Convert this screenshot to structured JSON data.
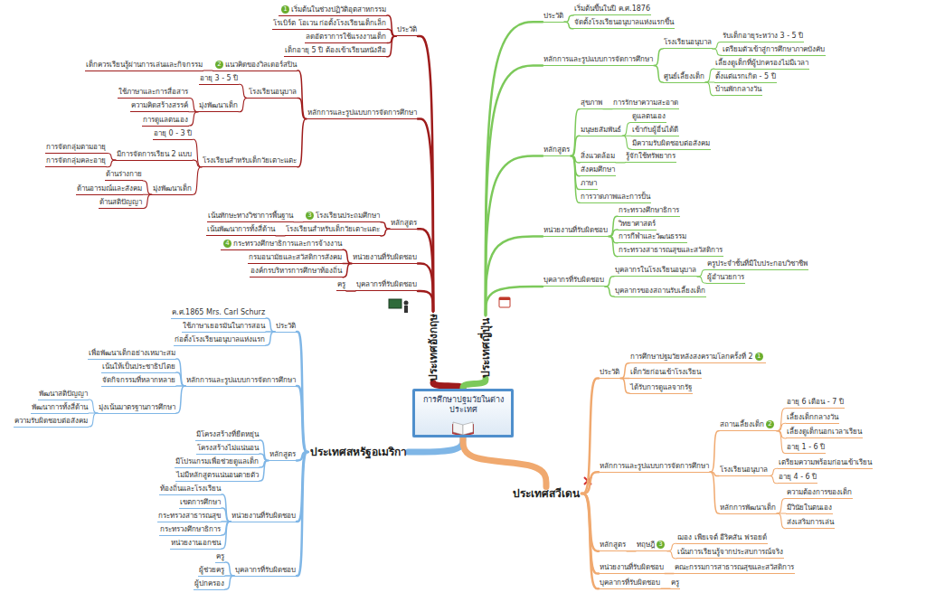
{
  "diagram": {
    "nodes": [
      {
        "text": [
          "การศึกษาปฐมวัยในต่างประเทศ"
        ]
      },
      {
        "text": [
          "ประเทศอังกฤษ"
        ]
      },
      {
        "text": [
          "ประวัติ"
        ]
      },
      {
        "text": [
          "1",
          "เริ่มต้นในช่วงปฏิวัติอุตสาหกรรม"
        ]
      },
      {
        "text": [
          "โรเบิร์ต โอเวน ก่อตั้งโรงเรียนเด็กเล็ก"
        ]
      },
      {
        "text": [
          "ลดอัตราการใช้แรงงานเด็ก"
        ]
      },
      {
        "text": [
          "เด็กอายุ 5 ปี ต้องเข้าเรียนหนังสือ"
        ]
      },
      {
        "text": [
          "หลักการและรูปแบบการจัดการศึกษา"
        ]
      },
      {
        "text": [
          "2",
          "แนวคิดของวิลเดอร์สปิน"
        ]
      },
      {
        "text": [
          "เด็กควรเรียนรู้ผ่านการเล่นและกิจกรรม"
        ]
      },
      {
        "text": [
          "โรงเรียนอนุบาล"
        ]
      },
      {
        "text": [
          "อายุ 3 - 5 ปี"
        ]
      },
      {
        "text": [
          "มุ่งพัฒนาเด็ก"
        ]
      },
      {
        "text": [
          "ใช้ภาษาและการสื่อสาร"
        ]
      },
      {
        "text": [
          "ความคิดสร้างสรรค์"
        ]
      },
      {
        "text": [
          "การดูแลตนเอง"
        ]
      },
      {
        "text": [
          "โรงเรียนสำหรับเด็กวัยเตาะแตะ"
        ]
      },
      {
        "text": [
          "อายุ 0 - 3 ปี"
        ]
      },
      {
        "text": [
          "มีการจัดการเรียน 2 แบบ"
        ]
      },
      {
        "text": [
          "การจัดกลุ่มตามอายุ"
        ]
      },
      {
        "text": [
          "การจัดกลุ่มคละอายุ"
        ]
      },
      {
        "text": [
          "มุ่งพัฒนาเด็ก"
        ]
      },
      {
        "text": [
          "ด้านร่างกาย"
        ]
      },
      {
        "text": [
          "ด้านอารมณ์และสังคม"
        ]
      },
      {
        "text": [
          "ด้านสติปัญญา"
        ]
      },
      {
        "text": [
          "หลักสูตร"
        ]
      },
      {
        "text": [
          "3",
          "โรงเรียนประถมศึกษา"
        ]
      },
      {
        "text": [
          "เน้นทักษะทางวิชาการพื้นฐาน"
        ]
      },
      {
        "text": [
          "โรงเรียนสำหรับเด็กวัยเตาะแตะ"
        ]
      },
      {
        "text": [
          "เน้นพัฒนาการทั้งสี่ด้าน"
        ]
      },
      {
        "text": [
          "หน่วยงานที่รับผิดชอบ"
        ]
      },
      {
        "text": [
          "4",
          "กระทรวงศึกษาธิการและการจ้างงาน"
        ]
      },
      {
        "text": [
          "กรมอนามัยและสวัสดิการสังคม"
        ]
      },
      {
        "text": [
          "องค์กรบริหารการศึกษาท้องถิ่น"
        ]
      },
      {
        "text": [
          "บุคลากรที่รับผิดชอบ"
        ]
      },
      {
        "text": [
          "ครู"
        ]
      },
      {
        "text": [
          "ประเทศญี่ปุ่น"
        ]
      },
      {
        "text": [
          "ประวัติ"
        ]
      },
      {
        "text": [
          "เริ่มต้นขึ้นในปี ค.ศ.1876"
        ]
      },
      {
        "text": [
          "จัดตั้งโรงเรียนอนุบาลแห่งแรกขึ้น"
        ]
      },
      {
        "text": [
          "หลักการและรูปแบบการจัดการศึกษา"
        ]
      },
      {
        "text": [
          "โรงเรียนอนุบาล"
        ]
      },
      {
        "text": [
          "รับเด็กอายุระหว่าง 3 - 5 ปี"
        ]
      },
      {
        "text": [
          "เตรียมตัวเข้าสู่การศึกษาภาคบังคับ"
        ]
      },
      {
        "text": [
          "ศูนย์เลี้ยงเด็ก"
        ]
      },
      {
        "text": [
          "เลี้ยงดูเด็กที่ผู้ปกครองไม่มีเวลา"
        ]
      },
      {
        "text": [
          "ตั้งแต่แรกเกิด - 5 ปี"
        ]
      },
      {
        "text": [
          "บ้านพักกลางวัน"
        ]
      },
      {
        "text": [
          "หลักสูตร"
        ]
      },
      {
        "text": [
          "สุขภาพ"
        ]
      },
      {
        "text": [
          "การรักษาความสะอาด"
        ]
      },
      {
        "text": [
          "มนุษยสัมพันธ์"
        ]
      },
      {
        "text": [
          "ดูแลตนเอง"
        ]
      },
      {
        "text": [
          "เข้ากับผู้อื่นได้ดี"
        ]
      },
      {
        "text": [
          "มีความรับผิดชอบต่อสังคม"
        ]
      },
      {
        "text": [
          "สิ่งแวดล้อม"
        ]
      },
      {
        "text": [
          "รู้จักใช้ทรัพยากร"
        ]
      },
      {
        "text": [
          "สังคมศึกษา"
        ]
      },
      {
        "text": [
          "ภาษา"
        ]
      },
      {
        "text": [
          "การวาดภาพและการปั้น"
        ]
      },
      {
        "text": [
          "หน่วยงานที่รับผิดชอบ"
        ]
      },
      {
        "text": [
          "กระทรวงศึกษาธิการ"
        ]
      },
      {
        "text": [
          "วิทยาศาสตร์"
        ]
      },
      {
        "text": [
          "การกีฬาและวัฒนธรรม"
        ]
      },
      {
        "text": [
          "กระทรวงสาธารณสุขและสวัสดิการ"
        ]
      },
      {
        "text": [
          "บุคลากรที่รับผิดชอบ"
        ]
      },
      {
        "text": [
          "บุคลากรในโรงเรียนอนุบาล"
        ]
      },
      {
        "text": [
          "ครูประจำชั้นที่มีใบประกอบวิชาชีพ"
        ]
      },
      {
        "text": [
          "ผู้อำนวยการ"
        ]
      },
      {
        "text": [
          "บุคลากรของสถานรับเลี้ยงเด็ก"
        ]
      },
      {
        "text": [
          "ประเทศสหรัฐอเมริกา"
        ]
      },
      {
        "text": [
          "ประวัติ"
        ]
      },
      {
        "text": [
          "ค.ศ.1865 Mrs. Carl Schurz"
        ]
      },
      {
        "text": [
          "ใช้ภาษาเยอรมันในการสอน"
        ]
      },
      {
        "text": [
          "ก่อตั้งโรงเรียนอนุบาลแห่งแรก"
        ]
      },
      {
        "text": [
          "หลักการและรูปแบบการจัดการศึกษา"
        ]
      },
      {
        "text": [
          "เพื่อพัฒนาเด็กอย่างเหมาะสม"
        ]
      },
      {
        "text": [
          "เน้นให้เป็นประชาธิปไตย"
        ]
      },
      {
        "text": [
          "จัดกิจกรรมที่หลากหลาย"
        ]
      },
      {
        "text": [
          "มุ่งเน้นมาตรฐานการศึกษา"
        ]
      },
      {
        "text": [
          "พัฒนาสติปัญญา"
        ]
      },
      {
        "text": [
          "พัฒนาการทั้งสี่ด้าน"
        ]
      },
      {
        "text": [
          "ความรับผิดชอบต่อสังคม"
        ]
      },
      {
        "text": [
          "หลักสูตร"
        ]
      },
      {
        "text": [
          "มีโครงสร้างที่ยืดหยุ่น"
        ]
      },
      {
        "text": [
          "โครงสร้างไม่แน่นอน"
        ]
      },
      {
        "text": [
          "มีโปรแกรมเพื่อช่วยดูแลเด็ก"
        ]
      },
      {
        "text": [
          "ไม่มีหลักสูตรแน่นอนตายตัว"
        ]
      },
      {
        "text": [
          "หน่วยงานที่รับผิดชอบ"
        ]
      },
      {
        "text": [
          "ท้องถิ่นและโรงเรียน"
        ]
      },
      {
        "text": [
          "เขตการศึกษา"
        ]
      },
      {
        "text": [
          "กระทรวงสาธารณสุข"
        ]
      },
      {
        "text": [
          "กระทรวงศึกษาธิการ"
        ]
      },
      {
        "text": [
          "หน่วยงานเอกชน"
        ]
      },
      {
        "text": [
          "บุคลากรที่รับผิดชอบ"
        ]
      },
      {
        "text": [
          "ครู"
        ]
      },
      {
        "text": [
          "ผู้ช่วยครู"
        ]
      },
      {
        "text": [
          "ผู้ปกครอง"
        ]
      },
      {
        "text": [
          "ประเทศสวีเดน"
        ]
      },
      {
        "text": [
          "ประวัติ"
        ]
      },
      {
        "text": [
          "การศึกษาปฐมวัยหลังสงครามโลกครั้งที่ 2",
          "1"
        ]
      },
      {
        "text": [
          "เด็กวัยก่อนเข้าโรงเรียน"
        ]
      },
      {
        "text": [
          "ได้รับการดูแลจากรัฐ"
        ]
      },
      {
        "text": [
          "หลักการและรูปแบบการจัดการศึกษา"
        ]
      },
      {
        "text": [
          "สถานเลี้ยงเด็ก",
          "2"
        ]
      },
      {
        "text": [
          "อายุ 6 เดือน - 7 ปี"
        ]
      },
      {
        "text": [
          "เลี้ยงเด็กกลางวัน"
        ]
      },
      {
        "text": [
          "เลี้ยงดูเด็กนอกเวลาเรียน"
        ]
      },
      {
        "text": [
          "อายุ 1 - 6 ปี"
        ]
      },
      {
        "text": [
          "โรงเรียนอนุบาล"
        ]
      },
      {
        "text": [
          "เตรียมความพร้อมก่อนเข้าเรียน"
        ]
      },
      {
        "text": [
          "อายุ 4 - 6 ปี"
        ]
      },
      {
        "text": [
          "หลักการพัฒนาเด็ก"
        ]
      },
      {
        "text": [
          "ความต้องการของเด็ก"
        ]
      },
      {
        "text": [
          "มีวินัยในตนเอง"
        ]
      },
      {
        "text": [
          "ส่งเสริมการเล่น"
        ]
      },
      {
        "text": [
          "หลักสูตร"
        ]
      },
      {
        "text": [
          "ทฤษฎี",
          "3"
        ]
      },
      {
        "text": [
          "ฌอง เพียเจต์ อีริคสัน ฟรอยด์"
        ]
      },
      {
        "text": [
          "เน้นการเรียนรู้จากประสบการณ์จริง"
        ]
      },
      {
        "text": [
          "หน่วยงานที่รับผิดชอบ"
        ]
      },
      {
        "text": [
          "คณะกรรมการสาธารณสุขและสวัสดิการ"
        ]
      },
      {
        "text": [
          "บุคลากรที่รับผิดชอบ"
        ]
      },
      {
        "text": [
          "ครู"
        ]
      }
    ],
    "edges": [
      {
        "from": 0,
        "to": 1,
        "arrow": "none"
      },
      {
        "from": 1,
        "to": 2,
        "arrow": "none"
      },
      {
        "from": 1,
        "to": 7,
        "arrow": "none"
      },
      {
        "from": 1,
        "to": 25,
        "arrow": "none"
      },
      {
        "from": 1,
        "to": 30,
        "arrow": "none"
      },
      {
        "from": 1,
        "to": 34,
        "arrow": "none"
      },
      {
        "from": 2,
        "to": 3,
        "arrow": "none"
      },
      {
        "from": 2,
        "to": 4,
        "arrow": "none"
      },
      {
        "from": 2,
        "to": 5,
        "arrow": "none"
      },
      {
        "from": 2,
        "to": 6,
        "arrow": "none"
      },
      {
        "from": 7,
        "to": 8,
        "arrow": "none"
      },
      {
        "from": 7,
        "to": 10,
        "arrow": "none"
      },
      {
        "from": 7,
        "to": 16,
        "arrow": "none"
      },
      {
        "from": 8,
        "to": 9,
        "arrow": "none"
      },
      {
        "from": 10,
        "to": 11,
        "arrow": "none"
      },
      {
        "from": 10,
        "to": 12,
        "arrow": "none"
      },
      {
        "from": 12,
        "to": 13,
        "arrow": "none"
      },
      {
        "from": 12,
        "to": 14,
        "arrow": "none"
      },
      {
        "from": 12,
        "to": 15,
        "arrow": "none"
      },
      {
        "from": 16,
        "to": 17,
        "arrow": "none"
      },
      {
        "from": 16,
        "to": 18,
        "arrow": "none"
      },
      {
        "from": 16,
        "to": 21,
        "arrow": "none"
      },
      {
        "from": 18,
        "to": 19,
        "arrow": "none"
      },
      {
        "from": 18,
        "to": 20,
        "arrow": "none"
      },
      {
        "from": 21,
        "to": 22,
        "arrow": "none"
      },
      {
        "from": 21,
        "to": 23,
        "arrow": "none"
      },
      {
        "from": 21,
        "to": 24,
        "arrow": "none"
      },
      {
        "from": 25,
        "to": 26,
        "arrow": "none"
      },
      {
        "from": 25,
        "to": 28,
        "arrow": "none"
      },
      {
        "from": 26,
        "to": 27,
        "arrow": "none"
      },
      {
        "from": 28,
        "to": 29,
        "arrow": "none"
      },
      {
        "from": 30,
        "to": 31,
        "arrow": "none"
      },
      {
        "from": 30,
        "to": 32,
        "arrow": "none"
      },
      {
        "from": 30,
        "to": 33,
        "arrow": "none"
      },
      {
        "from": 34,
        "to": 35,
        "arrow": "none"
      },
      {
        "from": 0,
        "to": 36,
        "arrow": "none"
      },
      {
        "from": 36,
        "to": 37,
        "arrow": "none"
      },
      {
        "from": 36,
        "to": 40,
        "arrow": "none"
      },
      {
        "from": 36,
        "to": 48,
        "arrow": "none"
      },
      {
        "from": 36,
        "to": 60,
        "arrow": "none"
      },
      {
        "from": 36,
        "to": 65,
        "arrow": "none"
      },
      {
        "from": 37,
        "to": 38,
        "arrow": "none"
      },
      {
        "from": 37,
        "to": 39,
        "arrow": "none"
      },
      {
        "from": 40,
        "to": 41,
        "arrow": "none"
      },
      {
        "from": 40,
        "to": 44,
        "arrow": "none"
      },
      {
        "from": 41,
        "to": 42,
        "arrow": "none"
      },
      {
        "from": 41,
        "to": 43,
        "arrow": "none"
      },
      {
        "from": 44,
        "to": 45,
        "arrow": "none"
      },
      {
        "from": 44,
        "to": 46,
        "arrow": "none"
      },
      {
        "from": 44,
        "to": 47,
        "arrow": "none"
      },
      {
        "from": 48,
        "to": 49,
        "arrow": "none"
      },
      {
        "from": 48,
        "to": 51,
        "arrow": "none"
      },
      {
        "from": 48,
        "to": 55,
        "arrow": "none"
      },
      {
        "from": 48,
        "to": 57,
        "arrow": "none"
      },
      {
        "from": 48,
        "to": 58,
        "arrow": "none"
      },
      {
        "from": 48,
        "to": 59,
        "arrow": "none"
      },
      {
        "from": 49,
        "to": 50,
        "arrow": "none"
      },
      {
        "from": 51,
        "to": 52,
        "arrow": "none"
      },
      {
        "from": 51,
        "to": 53,
        "arrow": "none"
      },
      {
        "from": 51,
        "to": 54,
        "arrow": "none"
      },
      {
        "from": 55,
        "to": 56,
        "arrow": "none"
      },
      {
        "from": 60,
        "to": 61,
        "arrow": "none"
      },
      {
        "from": 60,
        "to": 62,
        "arrow": "none"
      },
      {
        "from": 60,
        "to": 63,
        "arrow": "none"
      },
      {
        "from": 60,
        "to": 64,
        "arrow": "none"
      },
      {
        "from": 65,
        "to": 66,
        "arrow": "none"
      },
      {
        "from": 65,
        "to": 69,
        "arrow": "none"
      },
      {
        "from": 66,
        "to": 67,
        "arrow": "none"
      },
      {
        "from": 66,
        "to": 68,
        "arrow": "none"
      },
      {
        "from": 0,
        "to": 70,
        "arrow": "none"
      },
      {
        "from": 70,
        "to": 71,
        "arrow": "none"
      },
      {
        "from": 70,
        "to": 75,
        "arrow": "none"
      },
      {
        "from": 70,
        "to": 83,
        "arrow": "none"
      },
      {
        "from": 70,
        "to": 88,
        "arrow": "none"
      },
      {
        "from": 70,
        "to": 94,
        "arrow": "none"
      },
      {
        "from": 71,
        "to": 72,
        "arrow": "none"
      },
      {
        "from": 71,
        "to": 73,
        "arrow": "none"
      },
      {
        "from": 71,
        "to": 74,
        "arrow": "none"
      },
      {
        "from": 75,
        "to": 76,
        "arrow": "none"
      },
      {
        "from": 75,
        "to": 77,
        "arrow": "none"
      },
      {
        "from": 75,
        "to": 78,
        "arrow": "none"
      },
      {
        "from": 75,
        "to": 79,
        "arrow": "none"
      },
      {
        "from": 79,
        "to": 80,
        "arrow": "none"
      },
      {
        "from": 79,
        "to": 81,
        "arrow": "none"
      },
      {
        "from": 79,
        "to": 82,
        "arrow": "none"
      },
      {
        "from": 83,
        "to": 84,
        "arrow": "none"
      },
      {
        "from": 83,
        "to": 85,
        "arrow": "none"
      },
      {
        "from": 83,
        "to": 86,
        "arrow": "none"
      },
      {
        "from": 83,
        "to": 87,
        "arrow": "none"
      },
      {
        "from": 88,
        "to": 89,
        "arrow": "none"
      },
      {
        "from": 88,
        "to": 90,
        "arrow": "none"
      },
      {
        "from": 88,
        "to": 91,
        "arrow": "none"
      },
      {
        "from": 88,
        "to": 92,
        "arrow": "none"
      },
      {
        "from": 88,
        "to": 93,
        "arrow": "none"
      },
      {
        "from": 94,
        "to": 95,
        "arrow": "none"
      },
      {
        "from": 94,
        "to": 96,
        "arrow": "none"
      },
      {
        "from": 94,
        "to": 97,
        "arrow": "none"
      },
      {
        "from": 0,
        "to": 98,
        "arrow": "none"
      },
      {
        "from": 98,
        "to": 99,
        "arrow": "none"
      },
      {
        "from": 98,
        "to": 103,
        "arrow": "none"
      },
      {
        "from": 98,
        "to": 116,
        "arrow": "none"
      },
      {
        "from": 98,
        "to": 120,
        "arrow": "none"
      },
      {
        "from": 98,
        "to": 122,
        "arrow": "none"
      },
      {
        "from": 99,
        "to": 100,
        "arrow": "none"
      },
      {
        "from": 99,
        "to": 101,
        "arrow": "none"
      },
      {
        "from": 99,
        "to": 102,
        "arrow": "none"
      },
      {
        "from": 103,
        "to": 104,
        "arrow": "none"
      },
      {
        "from": 103,
        "to": 109,
        "arrow": "none"
      },
      {
        "from": 103,
        "to": 112,
        "arrow": "none"
      },
      {
        "from": 104,
        "to": 105,
        "arrow": "none"
      },
      {
        "from": 104,
        "to": 106,
        "arrow": "none"
      },
      {
        "from": 104,
        "to": 107,
        "arrow": "none"
      },
      {
        "from": 104,
        "to": 108,
        "arrow": "none"
      },
      {
        "from": 109,
        "to": 110,
        "arrow": "none"
      },
      {
        "from": 109,
        "to": 111,
        "arrow": "none"
      },
      {
        "from": 112,
        "to": 113,
        "arrow": "none"
      },
      {
        "from": 112,
        "to": 114,
        "arrow": "none"
      },
      {
        "from": 112,
        "to": 115,
        "arrow": "none"
      },
      {
        "from": 116,
        "to": 117,
        "arrow": "none"
      },
      {
        "from": 117,
        "to": 118,
        "arrow": "none"
      },
      {
        "from": 117,
        "to": 119,
        "arrow": "none"
      },
      {
        "from": 120,
        "to": 121,
        "arrow": "none"
      },
      {
        "from": 122,
        "to": 123,
        "arrow": "none"
      }
    ]
  }
}
